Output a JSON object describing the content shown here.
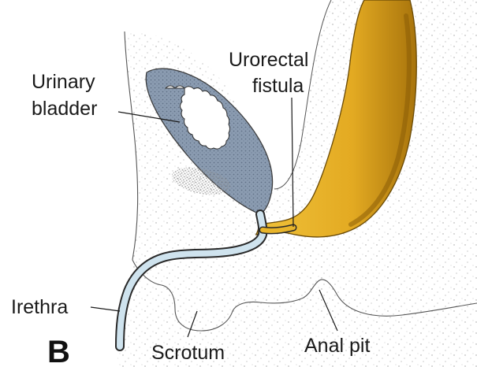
{
  "panel_letter": "B",
  "labels": {
    "urinary_bladder_line1": "Urinary",
    "urinary_bladder_line2": "bladder",
    "urorectal_fistula_line1": "Urorectal",
    "urorectal_fistula_line2": "fistula",
    "urethra": "Irethra",
    "scrotum": "Scrotum",
    "anal_pit": "Anal pit"
  },
  "colors": {
    "rectum_fill": "#e8b42a",
    "rectum_shade": "#c98f12",
    "bladder_fill": "#8f9fb3",
    "bladder_lumen": "#ffffff",
    "urethra_fill": "#cfe3ee",
    "outline": "#333333",
    "stipple": "#9a9a9a"
  }
}
